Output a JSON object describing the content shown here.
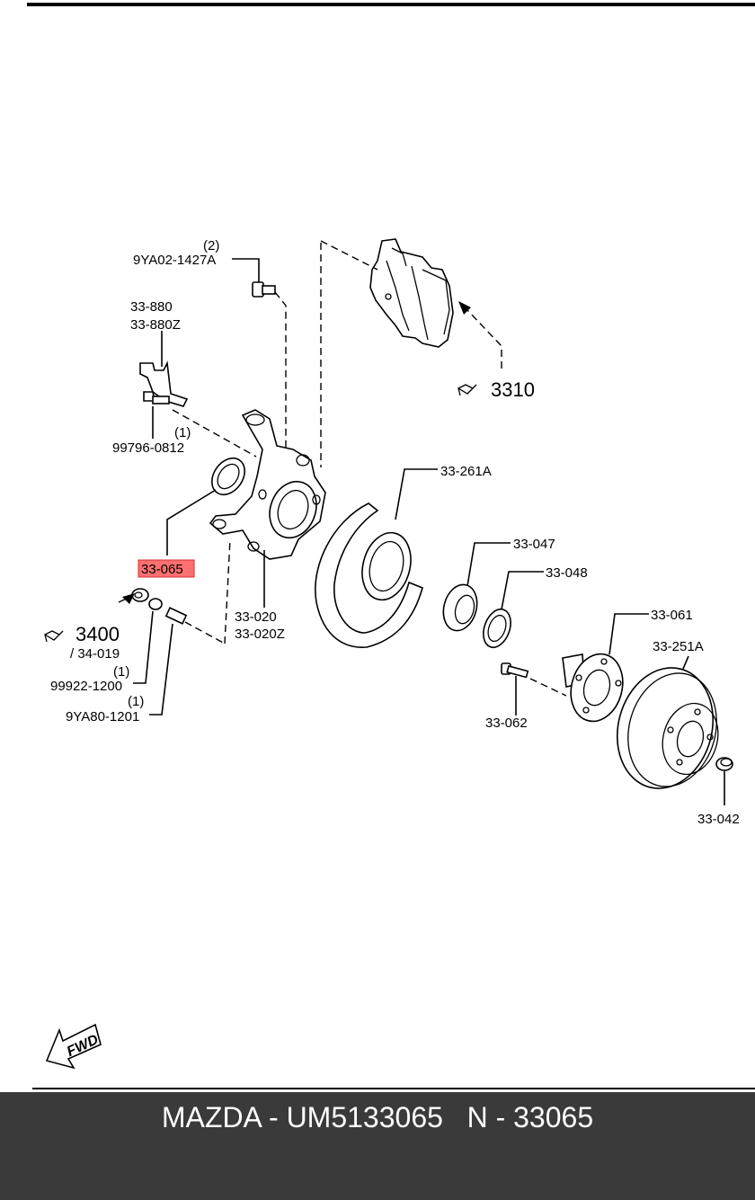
{
  "parts": {
    "p_9ya02_qty": "(2)",
    "p_9ya02": "9YA02-1427A",
    "p_33880": "33-880",
    "p_33880z": "33-880Z",
    "p_99796_qty": "(1)",
    "p_99796": "99796-0812",
    "p_33065": "33-065",
    "p_3400": "3400",
    "p_34019": "/ 34-019",
    "p_99922_qty": "(1)",
    "p_99922": "99922-1200",
    "p_9ya80_qty": "(1)",
    "p_9ya80": "9YA80-1201",
    "p_33020": "33-020",
    "p_33020z": "33-020Z",
    "p_3310": "3310",
    "p_33261a": "33-261A",
    "p_33047": "33-047",
    "p_33048": "33-048",
    "p_33061": "33-061",
    "p_33251a": "33-251A",
    "p_33062": "33-062",
    "p_33042": "33-042",
    "fwd": "FWD"
  },
  "highlight_color": "#ff7070",
  "footer": {
    "caption": "MAZDA - UM5133065   N - 33065"
  }
}
